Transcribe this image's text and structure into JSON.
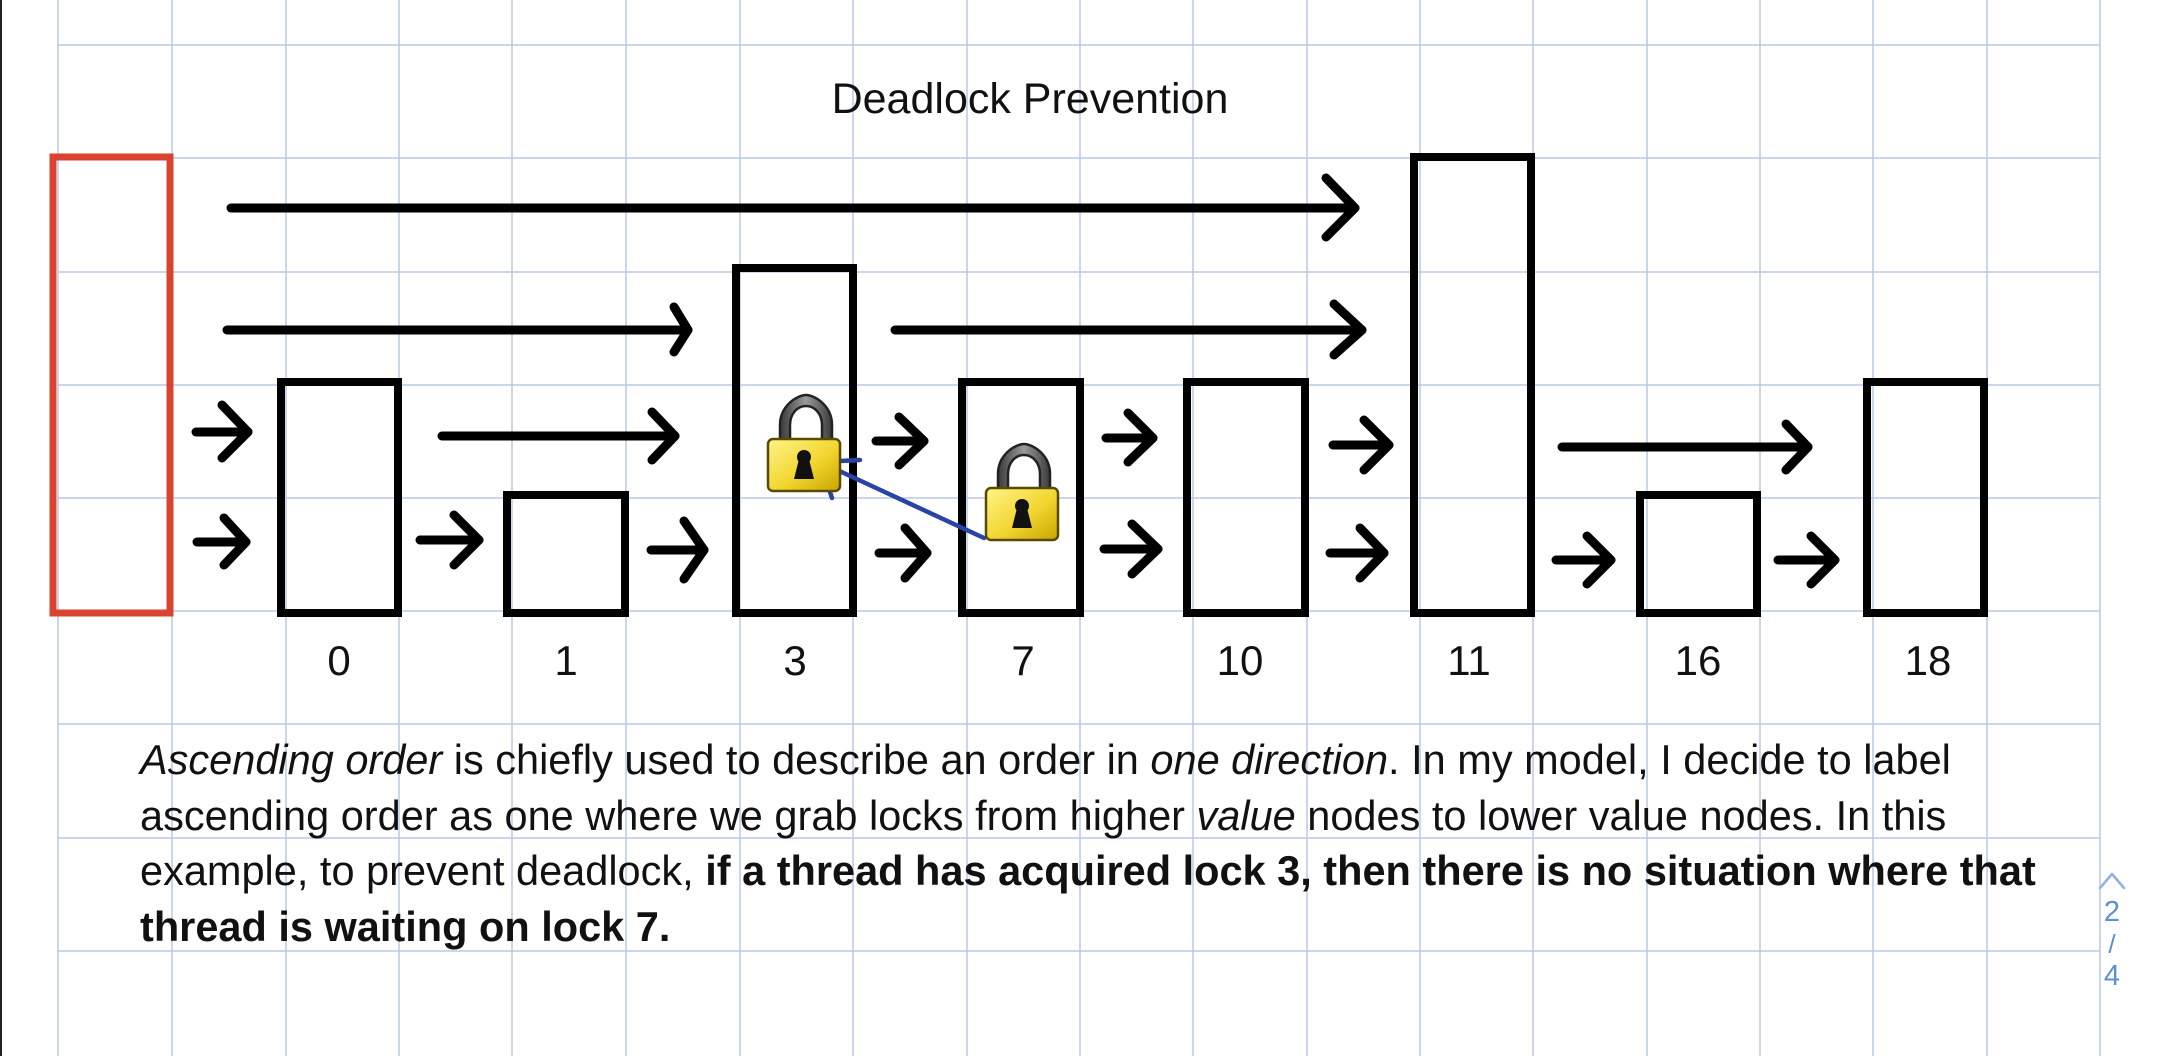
{
  "title": "Deadlock Prevention",
  "nodes": [
    {
      "value": "0",
      "locked": false
    },
    {
      "value": "1",
      "locked": false
    },
    {
      "value": "3",
      "locked": true
    },
    {
      "value": "7",
      "locked": true
    },
    {
      "value": "10",
      "locked": false
    },
    {
      "value": "11",
      "locked": false
    },
    {
      "value": "16",
      "locked": false
    },
    {
      "value": "18",
      "locked": false
    }
  ],
  "colors": {
    "grid": "#b9c9e6",
    "head": "#d9432f",
    "ink": "#000000",
    "lock_body": "#f2d630",
    "lock_shackle": "#555555",
    "pointer": "#2a43a6",
    "pager": "#5b8fd6"
  },
  "caption": {
    "p1_it": "Ascending order",
    "p1": " is chiefly used to describe an order in ",
    "p2_it": "one direction",
    "p2": ". In my model, I decide to label ascending order as one where we grab locks from higher ",
    "p3_it": "value",
    "p3": " nodes to lower value nodes. In this example, to prevent deadlock, ",
    "p4_bold": "if a thread has acquired lock 3, then there is no situation where that thread is waiting on lock 7."
  },
  "pager": {
    "current": "2",
    "separator": "/",
    "total": "4",
    "icon": "chevron-up-icon"
  }
}
